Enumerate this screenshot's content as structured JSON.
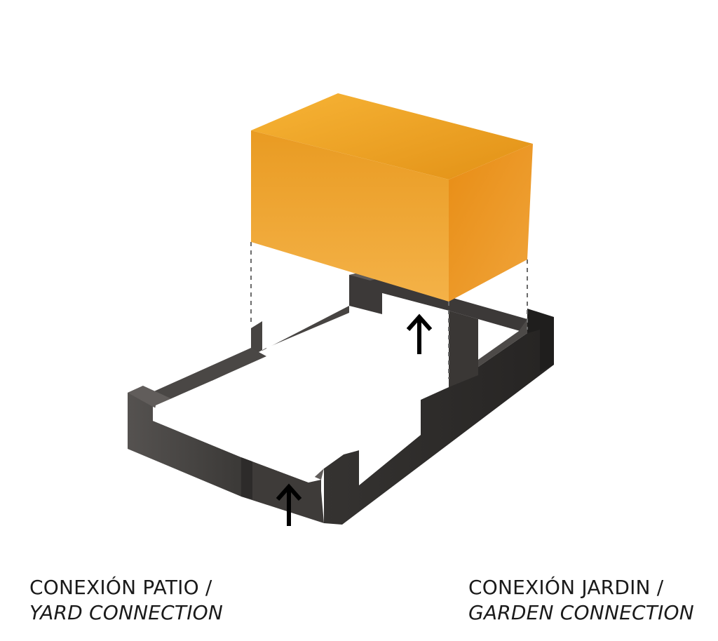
{
  "captions": {
    "left": {
      "spanish": "CONEXIÓN PATIO /",
      "english": "YARD CONNECTION"
    },
    "right": {
      "spanish": "CONEXIÓN JARDIN /",
      "english": "GARDEN CONNECTION"
    }
  },
  "colors": {
    "volume_front": "#efa32b",
    "volume_top": "#f5b23a",
    "volume_side": "#e98d18",
    "wall_light": "#4d4b49",
    "wall_dark": "#2a2827",
    "wall_top": "#6a6664",
    "arrow": "#000000",
    "guide_line": "#6b6b6b"
  },
  "icons": {
    "arrow": "up-arrow-icon"
  }
}
